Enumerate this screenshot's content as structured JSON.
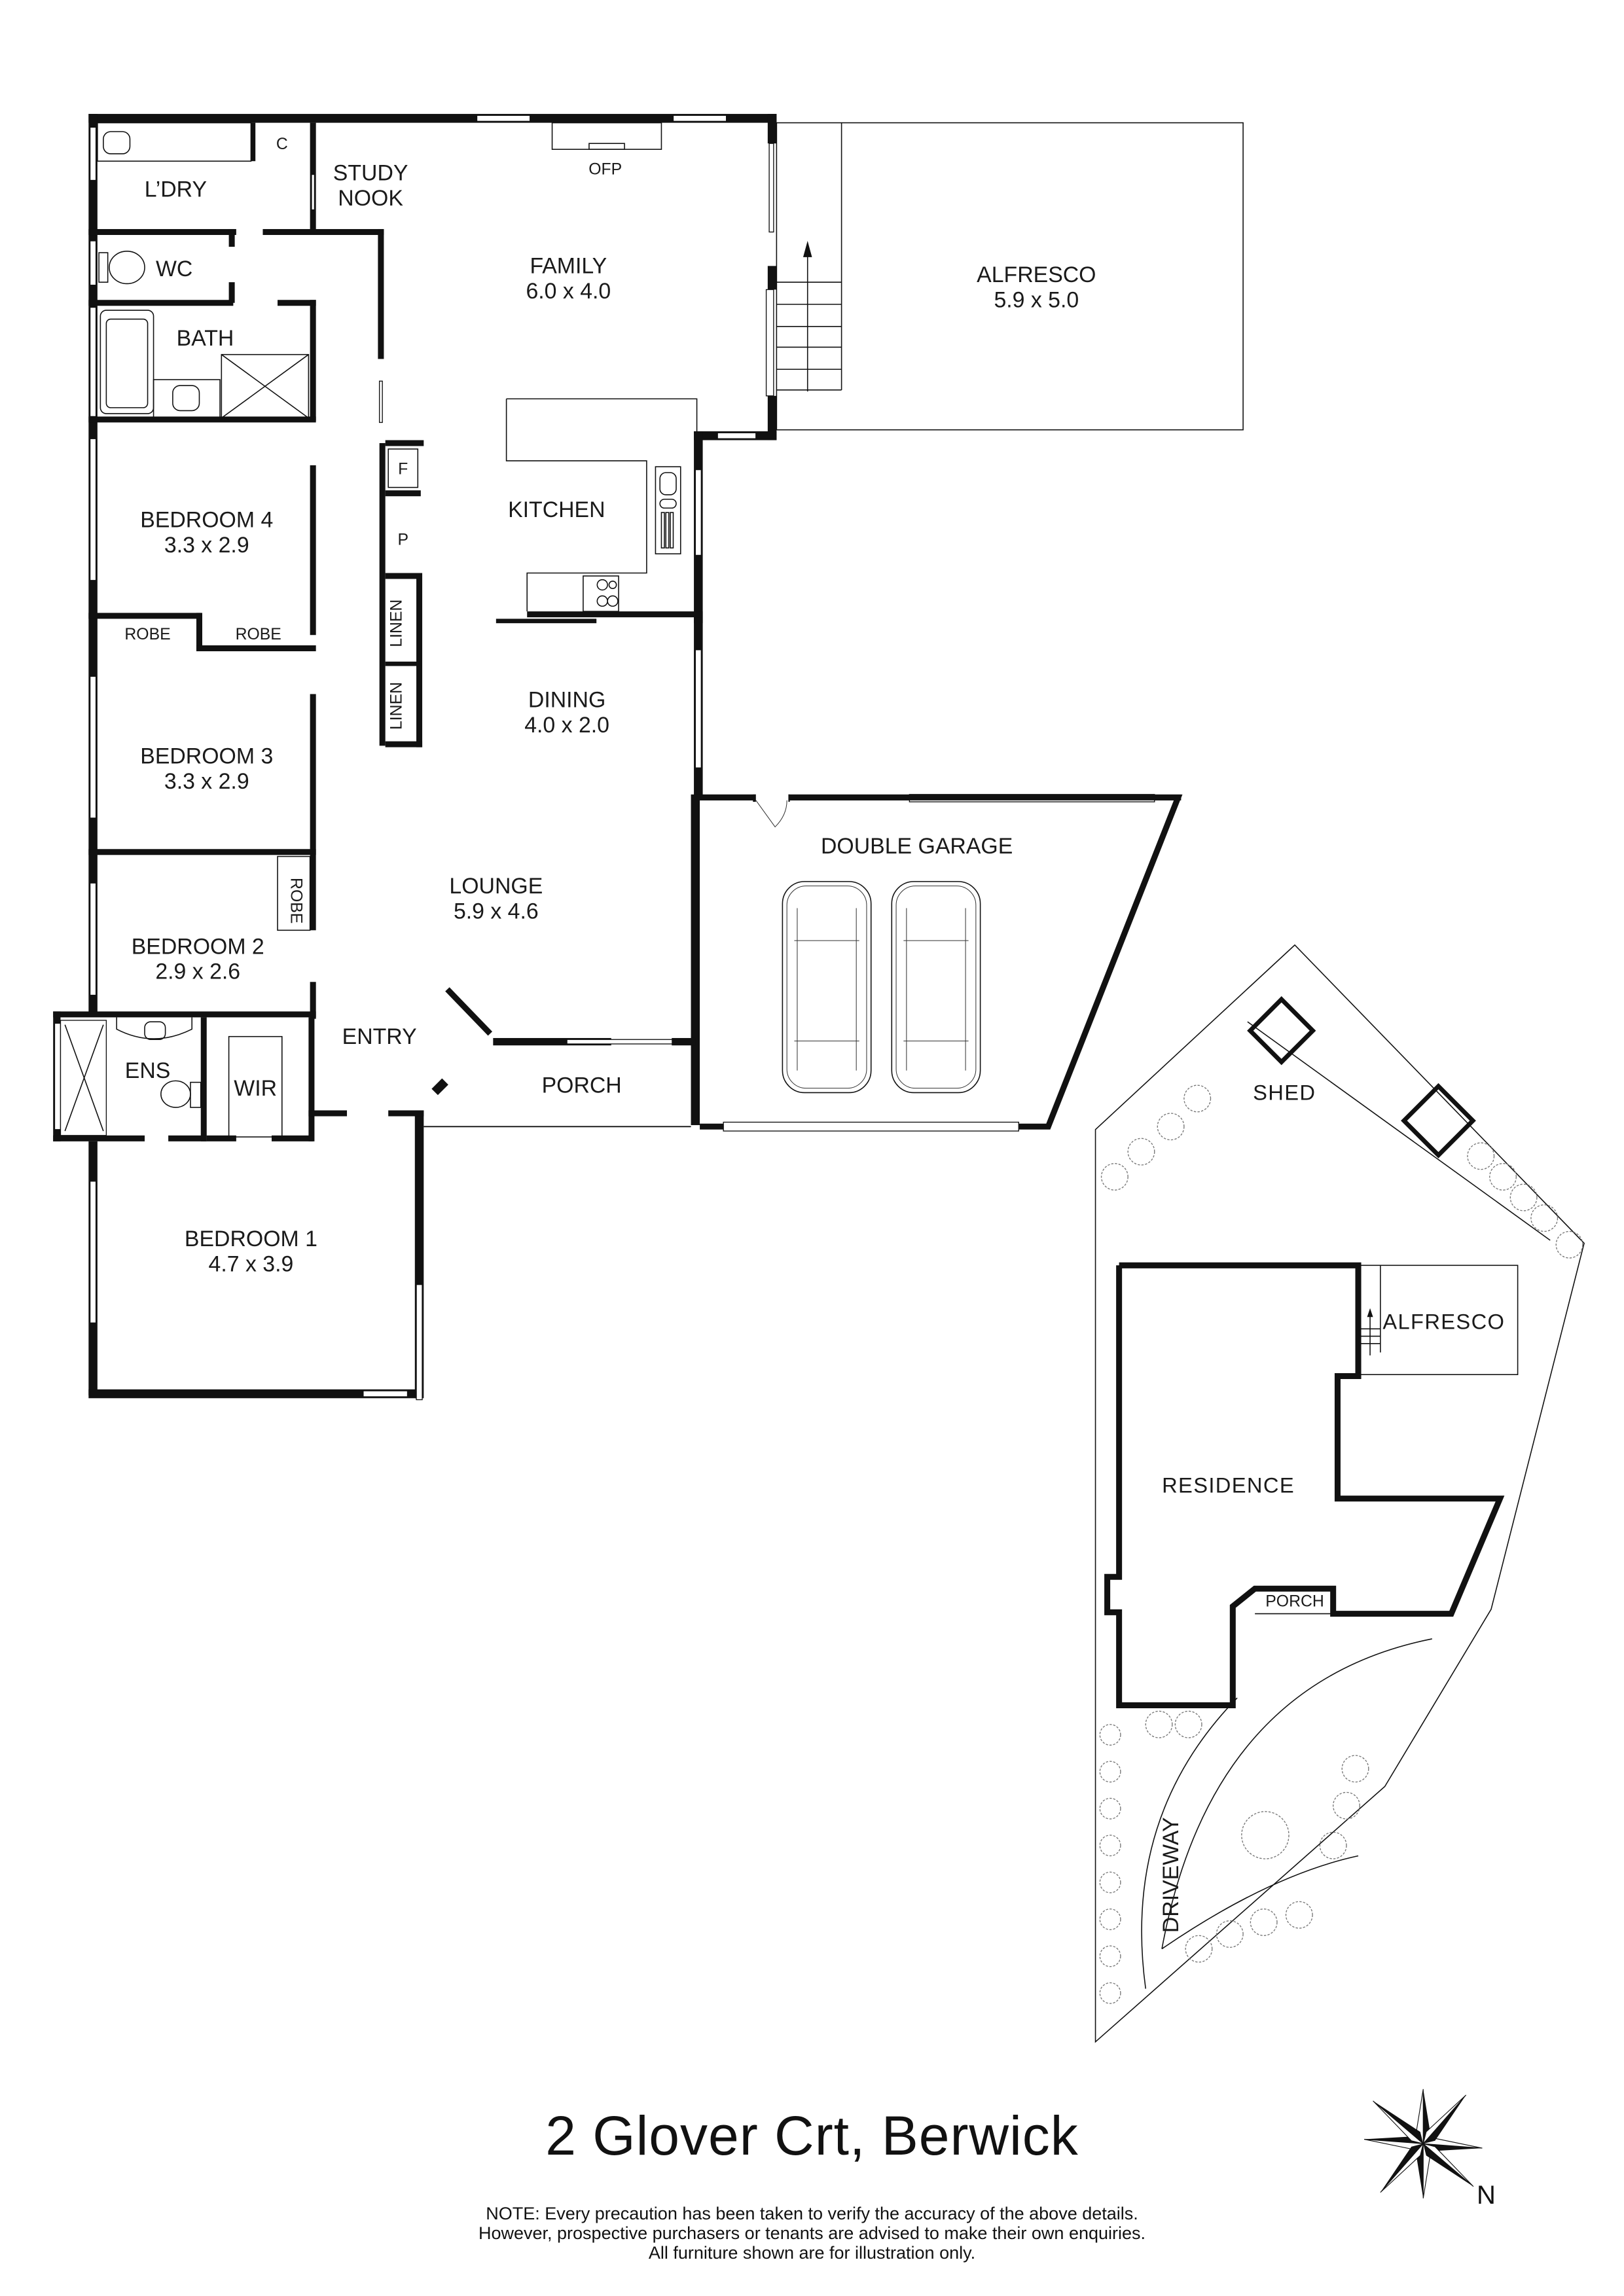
{
  "property": {
    "address": "2 Glover Crt, Berwick"
  },
  "rooms": {
    "laundry": {
      "name": "L’DRY"
    },
    "cupboard": {
      "name": "C"
    },
    "study_nook": {
      "name_line1": "STUDY",
      "name_line2": "NOOK"
    },
    "open_fireplace": {
      "name": "OFP"
    },
    "family": {
      "name": "FAMILY",
      "size": "6.0 x 4.0"
    },
    "alfresco": {
      "name": "ALFRESCO",
      "size": "5.9 x 5.0"
    },
    "wc": {
      "name": "WC"
    },
    "bath": {
      "name": "BATH"
    },
    "fridge": {
      "name": "F"
    },
    "pantry": {
      "name": "P"
    },
    "kitchen": {
      "name": "KITCHEN"
    },
    "bedroom4": {
      "name": "BEDROOM 4",
      "size": "3.3 x 2.9"
    },
    "robe_left": {
      "name": "ROBE"
    },
    "robe_right": {
      "name": "ROBE"
    },
    "linen1": {
      "name": "LINEN"
    },
    "linen2": {
      "name": "LINEN"
    },
    "dining": {
      "name": "DINING",
      "size": "4.0 x 2.0"
    },
    "bedroom3": {
      "name": "BEDROOM 3",
      "size": "3.3 x 2.9"
    },
    "robe_bed2": {
      "name": "ROBE"
    },
    "lounge": {
      "name": "LOUNGE",
      "size": "5.9 x 4.6"
    },
    "double_garage": {
      "name": "DOUBLE GARAGE"
    },
    "bedroom2": {
      "name": "BEDROOM 2",
      "size": "2.9 x 2.6"
    },
    "entry": {
      "name": "ENTRY"
    },
    "ensuite": {
      "name": "ENS"
    },
    "wir": {
      "name": "WIR"
    },
    "porch": {
      "name": "PORCH"
    },
    "bedroom1": {
      "name": "BEDROOM 1",
      "size": "4.7 x 3.9"
    }
  },
  "site_plan": {
    "shed": "SHED",
    "alfresco": "ALFRESCO",
    "residence": "RESIDENCE",
    "porch": "PORCH",
    "driveway": "DRIVEWAY"
  },
  "compass": {
    "north_label": "N"
  },
  "disclaimer": {
    "line1": "NOTE: Every precaution has been taken to verify the accuracy of the above details.",
    "line2": "However, prospective purchasers or tenants are advised to make their own enquiries.",
    "line3": "All furniture shown are for illustration only."
  },
  "colors": {
    "wall": "#111111",
    "background": "#ffffff",
    "tree_outline": "#777777"
  }
}
